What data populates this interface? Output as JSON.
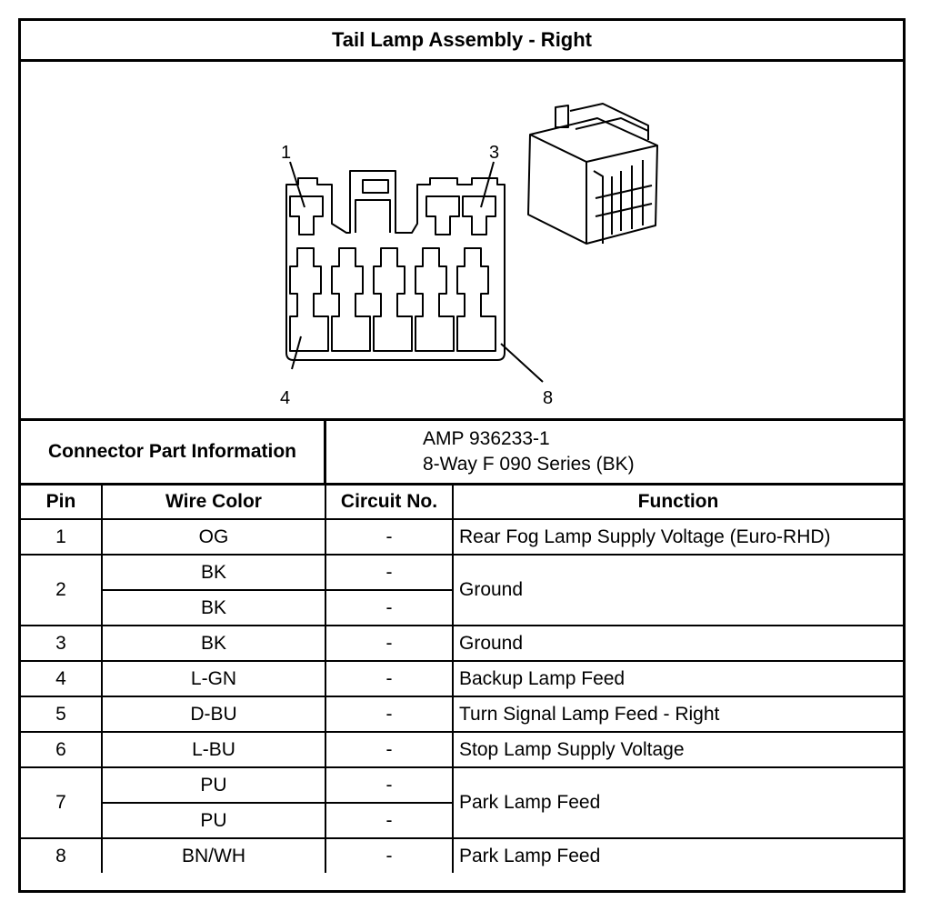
{
  "title": "Tail Lamp Assembly - Right",
  "diagram": {
    "pin_callouts": [
      "1",
      "3",
      "4",
      "8"
    ]
  },
  "connector_info": {
    "label": "Connector Part Information",
    "part_number": "AMP 936233-1",
    "description": "8-Way F 090 Series (BK)"
  },
  "table": {
    "headers": [
      "Pin",
      "Wire Color",
      "Circuit No.",
      "Function"
    ],
    "rows": [
      {
        "pin": "1",
        "wires": [
          {
            "color": "OG",
            "circuit": "-"
          }
        ],
        "function": "Rear Fog Lamp Supply Voltage (Euro-RHD)"
      },
      {
        "pin": "2",
        "wires": [
          {
            "color": "BK",
            "circuit": "-"
          },
          {
            "color": "BK",
            "circuit": "-"
          }
        ],
        "function": "Ground"
      },
      {
        "pin": "3",
        "wires": [
          {
            "color": "BK",
            "circuit": "-"
          }
        ],
        "function": "Ground"
      },
      {
        "pin": "4",
        "wires": [
          {
            "color": "L-GN",
            "circuit": "-"
          }
        ],
        "function": "Backup Lamp Feed"
      },
      {
        "pin": "5",
        "wires": [
          {
            "color": "D-BU",
            "circuit": "-"
          }
        ],
        "function": "Turn Signal Lamp Feed - Right"
      },
      {
        "pin": "6",
        "wires": [
          {
            "color": "L-BU",
            "circuit": "-"
          }
        ],
        "function": "Stop Lamp Supply Voltage"
      },
      {
        "pin": "7",
        "wires": [
          {
            "color": "PU",
            "circuit": "-"
          },
          {
            "color": "PU",
            "circuit": "-"
          }
        ],
        "function": "Park Lamp Feed"
      },
      {
        "pin": "8",
        "wires": [
          {
            "color": "BN/WH",
            "circuit": "-"
          }
        ],
        "function": "Park Lamp Feed"
      }
    ]
  }
}
